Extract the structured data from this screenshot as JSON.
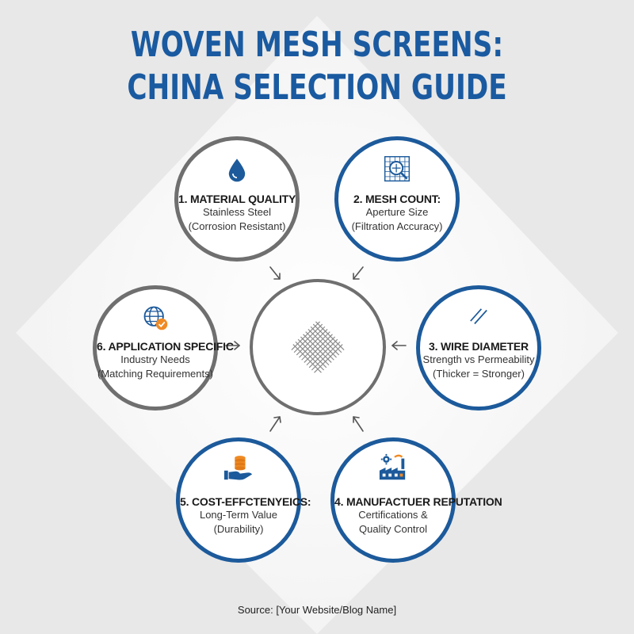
{
  "title": {
    "line1": "WOVEN MESH SCREENS:",
    "line2": "CHINA SELECTION GUIDE"
  },
  "items": [
    {
      "heading": "1. MATERIAL QUALITY",
      "line1": "Stainless Steel",
      "line2": "(Corrosion Resistant)",
      "icon": "water-drop-icon"
    },
    {
      "heading": "2. MESH COUNT:",
      "line1": "Aperture Size",
      "line2": "(Filtration Accuracy)",
      "icon": "mesh-magnifier-icon"
    },
    {
      "heading": "3. WIRE DIAMETER",
      "line1": "Strength vs Permeability",
      "line2": "(Thicker = Stronger)",
      "icon": "wire-lines-icon"
    },
    {
      "heading": "4. MANUFACTUER REPUTATION",
      "line1": "Certifications &",
      "line2": "Quality Control",
      "icon": "factory-gear-icon"
    },
    {
      "heading": "5. COST-EFFCTENYEICS:",
      "line1": "Long-Term Value",
      "line2": "(Durability)",
      "icon": "coins-hand-icon"
    },
    {
      "heading": "6. APPLICATION SPECIFIC",
      "line1": "Industry Needs",
      "line2": "(Matching Requirements)",
      "icon": "globe-check-icon"
    }
  ],
  "center": {
    "icon": "woven-mesh-icon"
  },
  "source": "Source: [Your Website/Blog Name]",
  "colors": {
    "blue": "#1c5a9b",
    "gray": "#6f6f6f",
    "orange": "#f08a24",
    "background": "#ececec"
  }
}
